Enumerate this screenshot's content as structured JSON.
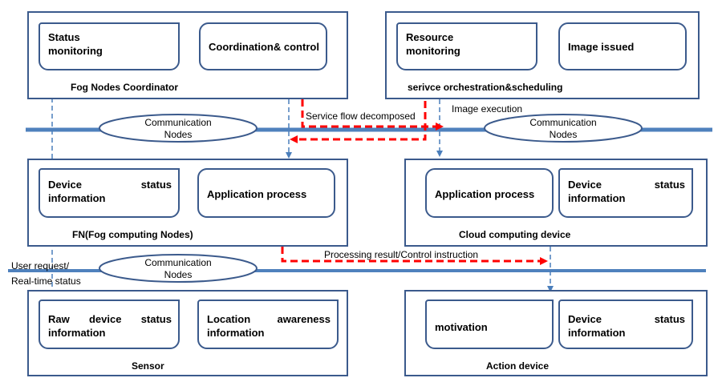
{
  "top_left": {
    "label": "Fog Nodes Coordinator",
    "status_monitoring": "Status monitoring",
    "coordination_control": "Coordination& control"
  },
  "top_right": {
    "label": "serivce orchestration&scheduling",
    "resource_monitoring": "Resource monitoring",
    "image_issued": "Image issued"
  },
  "communication_nodes": {
    "line1": "Communication",
    "line2": "Nodes"
  },
  "middle_left": {
    "label": "FN(Fog computing Nodes)",
    "device_status_info_w1": "Device",
    "device_status_info_w2": "status",
    "device_status_info_w3": "information",
    "application_process": "Application process"
  },
  "middle_right": {
    "label": "Cloud computing device",
    "application_process": "Application process",
    "device_status_info_w1": "Device",
    "device_status_info_w2": "status",
    "device_status_info_w3": "information"
  },
  "bottom_left": {
    "label": "Sensor",
    "raw_w1": "Raw",
    "raw_w2": "device",
    "raw_w3": "status",
    "raw_w4": "information",
    "loc_w1": "Location",
    "loc_w2": "awareness",
    "loc_w3": "information"
  },
  "bottom_right": {
    "label": "Action device",
    "motivation": "motivation",
    "device_status_info_w1": "Device",
    "device_status_info_w2": "status",
    "device_status_info_w3": "information"
  },
  "flows": {
    "service_flow_decomposed": "Service flow decomposed",
    "image_execution": "Image execution",
    "processing_result": "Processing result/Control instruction",
    "user_request": "User request/",
    "real_time_status": "Real-time status"
  },
  "colors": {
    "box_border": "#3b5a8c",
    "bus_line": "#4f81bd",
    "dashed_blue": "#4a7ebb",
    "dashed_red": "#ff0000"
  }
}
